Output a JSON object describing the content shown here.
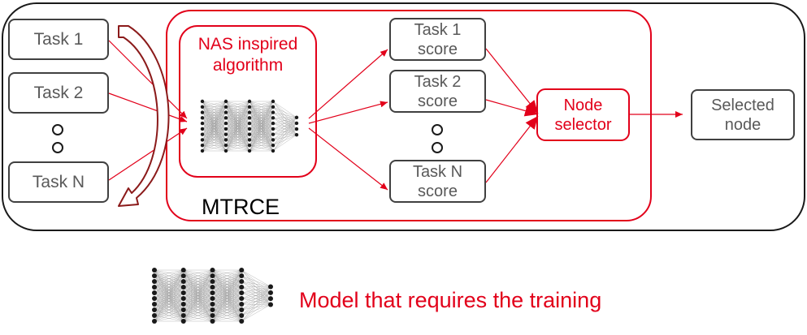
{
  "tasks": [
    "Task 1",
    "Task 2",
    "Task N"
  ],
  "nas_title": [
    "NAS inspired",
    "algorithm"
  ],
  "scores": [
    [
      "Task 1",
      "score"
    ],
    [
      "Task 2",
      "score"
    ],
    [
      "Task N",
      "score"
    ]
  ],
  "node_selector": [
    "Node",
    "selector"
  ],
  "selected_node": [
    "Selected",
    "node"
  ],
  "mtrce_label": "MTRCE",
  "legend": {
    "text": "Model that requires the training"
  },
  "colors": {
    "accent_red": "#e2001a",
    "dark_red": "#8b1a1a",
    "box_border": "#404040",
    "text_gray": "#595959"
  },
  "icons": {
    "neural_network": "neural-network-icon",
    "ellipsis": "vertical-ellipsis-icon",
    "loop_arrow": "curved-feedback-arrow"
  }
}
